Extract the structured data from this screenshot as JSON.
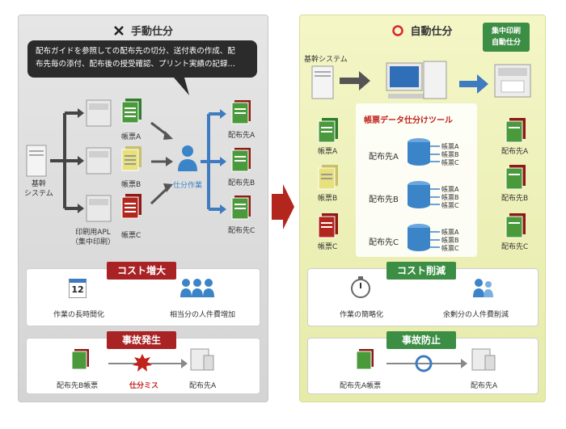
{
  "left_panel": {
    "title": "手動仕分",
    "bubble_line1": "配布ガイドを参照しての配布先の切分、送付表の作成、配",
    "bubble_line2": "布先毎の添付、配布後の授受確認、プリント実績の記録…",
    "kikan": "基幹\nシステム",
    "print_apl": "印刷用APL\n（集中印刷）",
    "forms": [
      "帳票A",
      "帳票B",
      "帳票C"
    ],
    "worker": "仕分作業",
    "dests": [
      "配布先A",
      "配布先B",
      "配布先C"
    ],
    "cost_badge": "コスト増大",
    "cost_items": [
      "作業の長時間化",
      "相当分の人件費増加"
    ],
    "accident_badge": "事故発生",
    "accident_from": "配布先B帳票",
    "accident_mid": "仕分ミス",
    "accident_to": "配布先A",
    "calendar_num": "12"
  },
  "right_panel": {
    "title": "自動仕分",
    "kikan": "基幹システム",
    "tool": "帳票データ仕分けツール",
    "forms": [
      "帳票A",
      "帳票B",
      "帳票C"
    ],
    "groups": [
      {
        "name": "配布先A",
        "items": [
          "帳票A",
          "帳票B",
          "帳票C"
        ]
      },
      {
        "name": "配布先B",
        "items": [
          "帳票A",
          "帳票B",
          "帳票C"
        ]
      },
      {
        "name": "配布先C",
        "items": [
          "帳票A",
          "帳票B",
          "帳票C"
        ]
      }
    ],
    "print_label": "集中印刷\n自動仕分",
    "dests": [
      "配布先A",
      "配布先B",
      "配布先C"
    ],
    "cost_badge": "コスト削減",
    "cost_items": [
      "作業の簡略化",
      "余剰分の人件費削減"
    ],
    "accident_badge": "事故防止",
    "accident_from": "配布先A帳票",
    "accident_to": "配布先A"
  },
  "colors": {
    "red_accent": "#a92325",
    "green_accent": "#3d8e45",
    "form_green": "#4a9a3c",
    "form_yellow": "#e8e07a",
    "form_red": "#b3261e",
    "arrow_blue": "#3f7bc0",
    "db_blue": "#3c84c8"
  }
}
